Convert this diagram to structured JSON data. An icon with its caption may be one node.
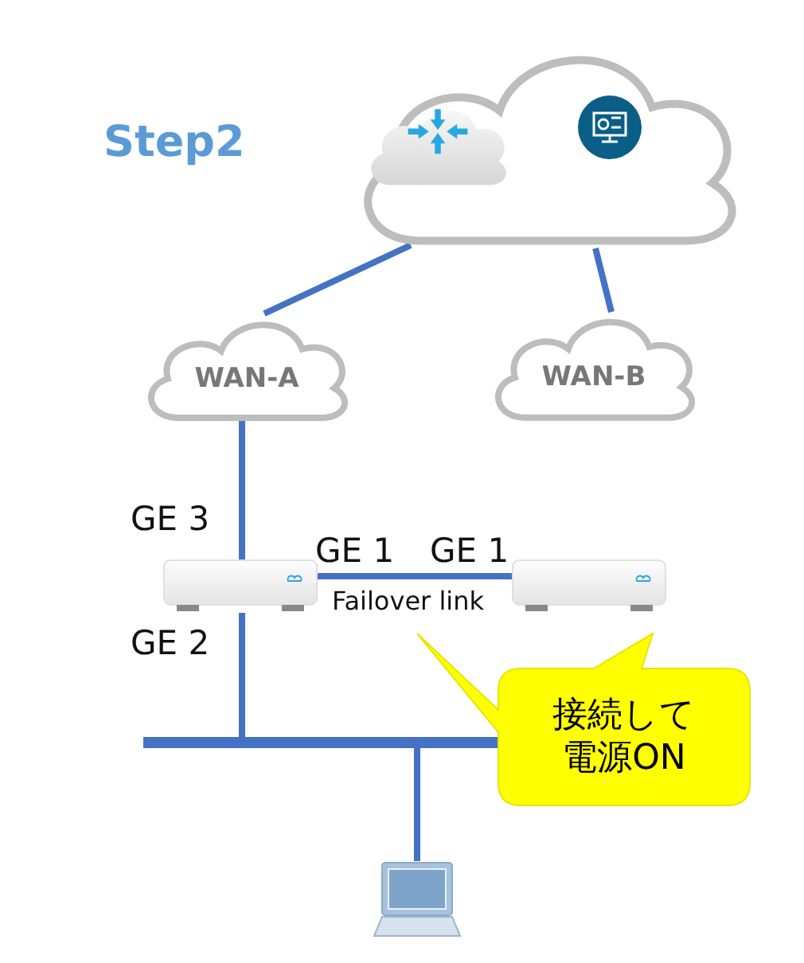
{
  "diagram": {
    "title": "Step2",
    "nodes": [
      {
        "text": [],
        "shape": "cloud"
      },
      {
        "text": [
          "WAN-A"
        ]
      },
      {
        "text": [
          "WAN-B"
        ]
      },
      {
        "text": [],
        "shape": "box"
      },
      {
        "text": [],
        "shape": "box"
      },
      {
        "text": [],
        "shape": "bar"
      },
      {
        "text": [],
        "shape": "laptop"
      },
      {
        "text": [
          "接続して電源ON"
        ]
      }
    ],
    "edges": [
      {
        "from": 0,
        "to": 1,
        "arrow": "none"
      },
      {
        "from": 0,
        "to": 2,
        "arrow": "none"
      },
      {
        "from": 1,
        "to": 3,
        "arrow": "none"
      },
      {
        "from": 3,
        "to": 4,
        "arrow": "none",
        "label": "Failover link"
      },
      {
        "from": 3,
        "to": 5,
        "arrow": "none"
      },
      {
        "from": 5,
        "to": 6,
        "arrow": "none"
      }
    ],
    "labels": [
      "GE 3",
      "GE 1",
      "GE 1",
      "GE 2"
    ]
  }
}
